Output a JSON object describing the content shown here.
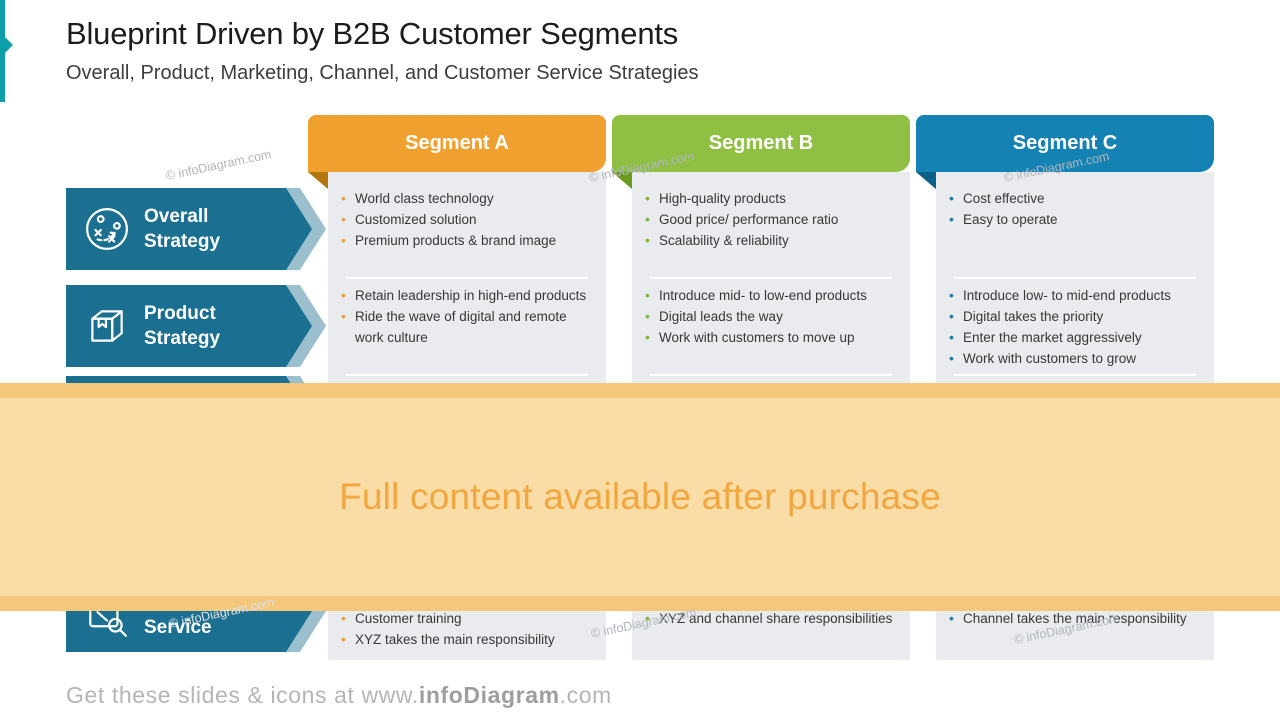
{
  "title": "Blueprint Driven by B2B Customer Segments",
  "subtitle": "Overall, Product, Marketing, Channel, and Customer Service Strategies",
  "colors": {
    "accent_teal": "#0D9EA8",
    "panel_bg": "#E9EBEE",
    "arrow_blue": "#1B6F91",
    "arrow_chevron_light": "#9CBFCE",
    "bullet_text": "#373737",
    "footer_gray": "#B3B5B6"
  },
  "rows": [
    {
      "label": "Overall Strategy",
      "icon": "strategy-icon"
    },
    {
      "label": "Product Strategy",
      "icon": "product-box-icon"
    },
    {
      "label": "",
      "icon": ""
    },
    {
      "label": "Service",
      "icon": "service-icon"
    }
  ],
  "segments": [
    {
      "label": "Segment A",
      "color": "#F0A02F",
      "fold_color": "#B3770F",
      "bullet_color": "#E8A33D",
      "sections": {
        "top": [
          "World class technology",
          "Customized solution",
          "Premium products & brand image"
        ],
        "middle": [
          "Retain leadership in high-end products",
          "Ride the wave of digital and remote work culture"
        ],
        "bottom": [
          "Customer training",
          "XYZ takes the main responsibility"
        ]
      }
    },
    {
      "label": "Segment B",
      "color": "#8FC043",
      "fold_color": "#699B1E",
      "bullet_color": "#7FB441",
      "sections": {
        "top": [
          "High-quality products",
          "Good price/ performance ratio",
          "Scalability & reliability"
        ],
        "middle": [
          "Introduce mid- to low-end products",
          "Digital leads the way",
          "Work with customers to move up"
        ],
        "bottom": [
          "XYZ and channel share responsibilities"
        ]
      }
    },
    {
      "label": "Segment C",
      "color": "#1582B4",
      "fold_color": "#0D5F85",
      "bullet_color": "#2878A0",
      "sections": {
        "top": [
          "Cost effective",
          "Easy to operate"
        ],
        "middle": [
          "Introduce low- to mid-end products",
          "Digital takes the priority",
          "Enter the market aggressively",
          "Work with customers to grow"
        ],
        "bottom": [
          "Channel takes the main responsibility"
        ]
      }
    }
  ],
  "overlay": {
    "text": "Full content available after purchase",
    "fill_color": "#FADCA6",
    "edge_color": "#F5C77B",
    "text_color": "#F1A73F"
  },
  "watermark": {
    "text": "© infoDiagram.com"
  },
  "footer": {
    "prefix": "Get these slides & icons at www.",
    "brand": "infoDiagram",
    "suffix": ".com"
  }
}
